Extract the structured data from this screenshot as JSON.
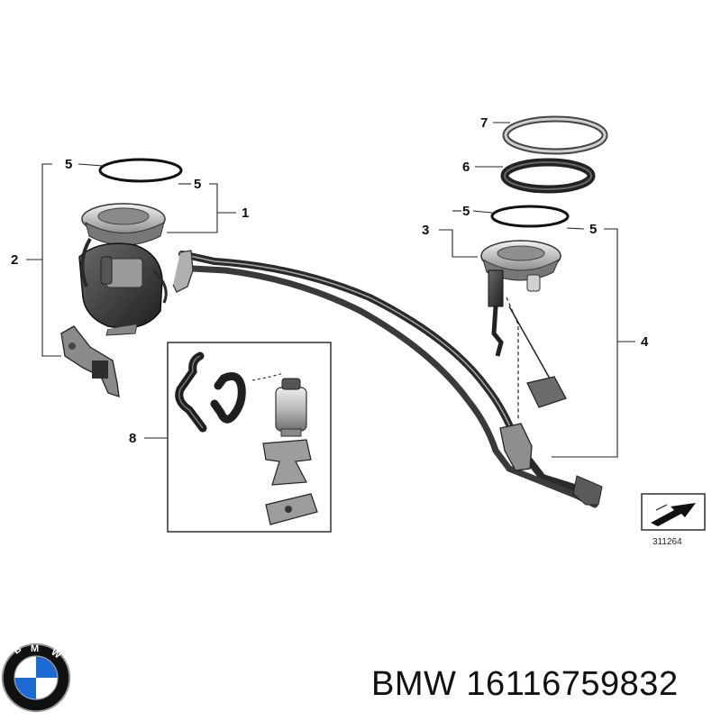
{
  "callouts": {
    "c1": "1",
    "c2": "2",
    "c3": "3",
    "c4": "4",
    "c5a": "5",
    "c5b": "5",
    "c5c": "5",
    "c5d": "5",
    "c6": "6",
    "c7": "7",
    "c8": "8"
  },
  "reference_number": "311264",
  "logo": {
    "brand": "BMW",
    "colors": {
      "blue": "#1c69d4",
      "white": "#ffffff",
      "ring": "#111111",
      "chrome": "#9aa0a6"
    }
  },
  "part_number": "BMW 16116759832"
}
